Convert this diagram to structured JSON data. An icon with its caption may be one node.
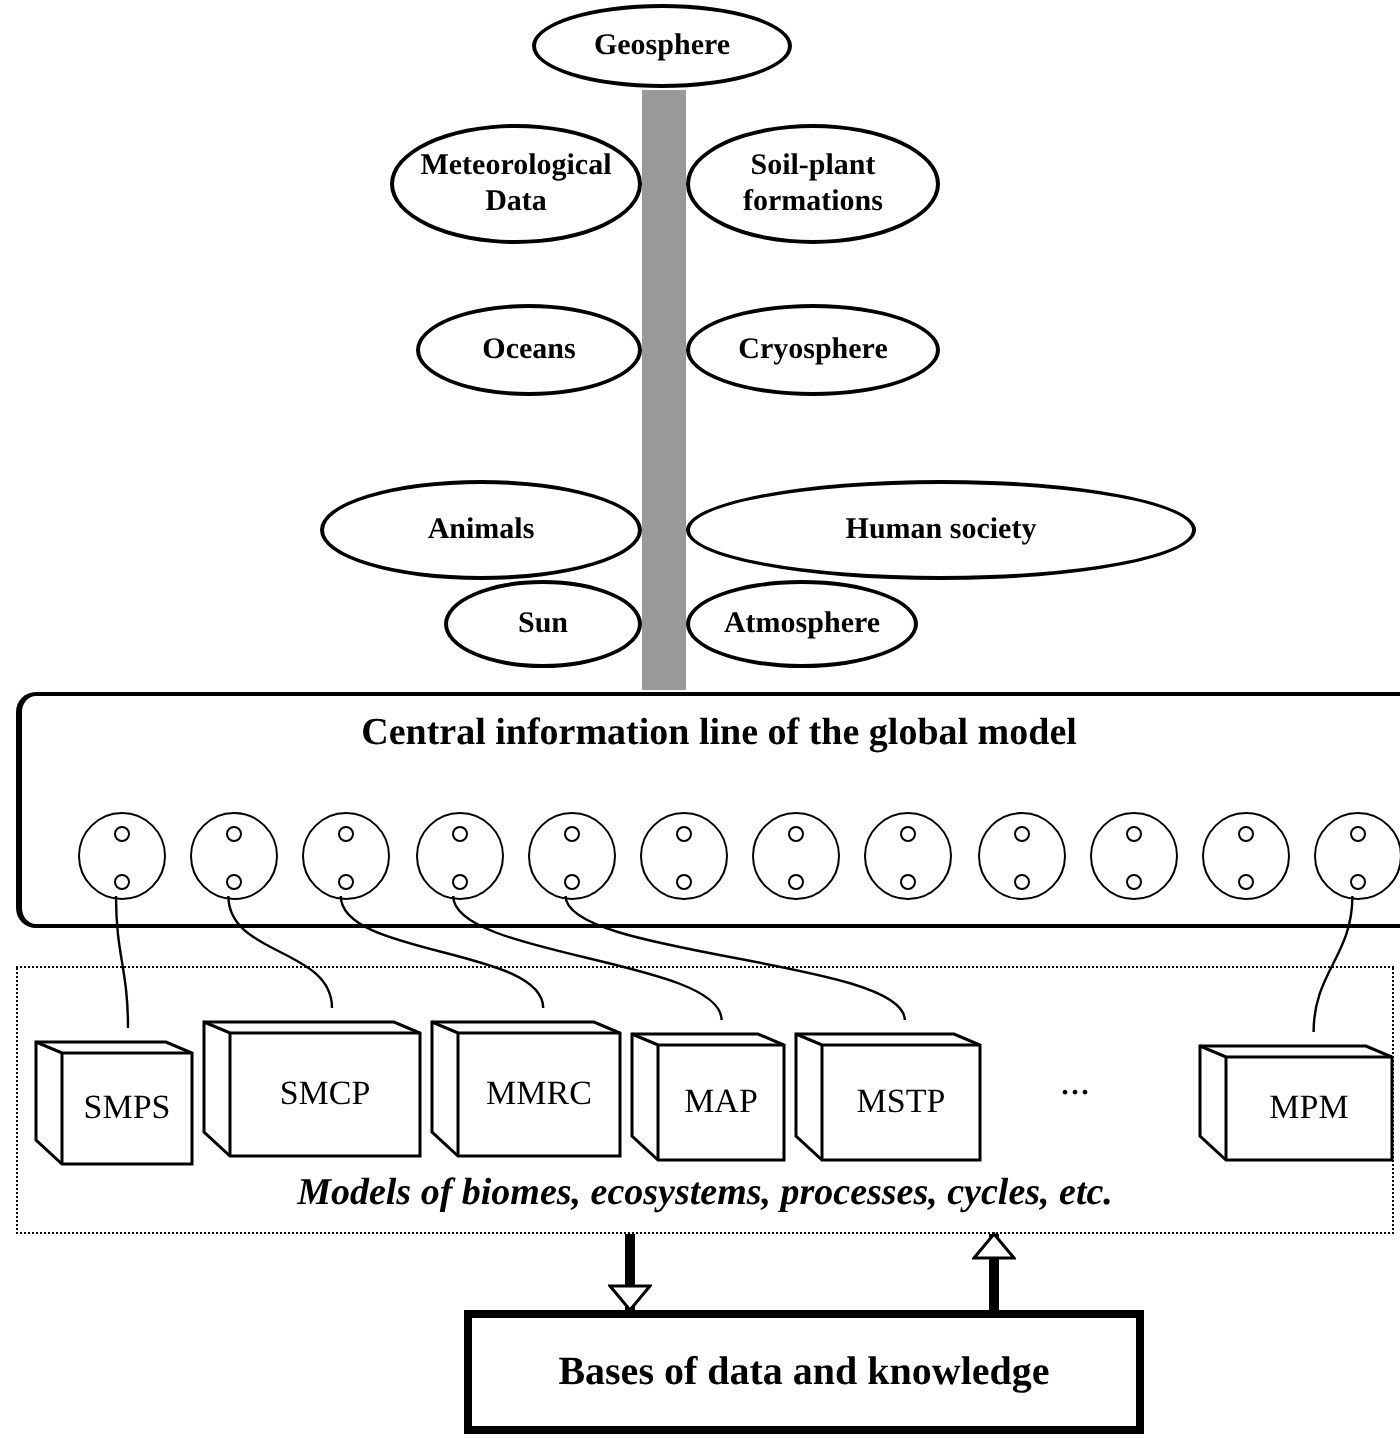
{
  "diagram": {
    "nodes": [
      {
        "text": [
          "Geosphere"
        ]
      },
      {
        "text": [
          "Meteorological Data"
        ]
      },
      {
        "text": [
          "Soil-plant formations"
        ]
      },
      {
        "text": [
          "Oceans"
        ]
      },
      {
        "text": [
          "Cryosphere"
        ]
      },
      {
        "text": [
          "Animals"
        ]
      },
      {
        "text": [
          "Human society"
        ]
      },
      {
        "text": [
          "Sun"
        ]
      },
      {
        "text": [
          "Atmosphere"
        ]
      },
      {
        "text": [],
        "shape": "bar"
      },
      {
        "text": [
          "Central information line of the global model"
        ]
      },
      {
        "text": [],
        "shape": "circle",
        "in": 10
      },
      {
        "text": [],
        "shape": "circle",
        "in": 10
      },
      {
        "text": [],
        "shape": "circle",
        "in": 10
      },
      {
        "text": [],
        "shape": "circle",
        "in": 10
      },
      {
        "text": [],
        "shape": "circle",
        "in": 10
      },
      {
        "text": [],
        "shape": "circle",
        "in": 10
      },
      {
        "text": [],
        "shape": "circle",
        "in": 10
      },
      {
        "text": [],
        "shape": "circle",
        "in": 10
      },
      {
        "text": [],
        "shape": "circle",
        "in": 10
      },
      {
        "text": [],
        "shape": "circle",
        "in": 10
      },
      {
        "text": [],
        "shape": "circle",
        "in": 10
      },
      {
        "text": [],
        "shape": "circle",
        "in": 10
      },
      {
        "text": [
          "Models of biomes, ecosystems, processes, cycles, etc."
        ]
      },
      {
        "text": [
          "SMPS"
        ],
        "in": 23
      },
      {
        "text": [
          "SMCP"
        ],
        "in": 23
      },
      {
        "text": [
          "MMRC"
        ],
        "in": 23
      },
      {
        "text": [
          "MAP"
        ],
        "in": 23
      },
      {
        "text": [
          "MSTP"
        ],
        "in": 23
      },
      {
        "text": [
          "MPM"
        ],
        "in": 23
      },
      {
        "text": [
          "Bases of data and knowledge"
        ]
      }
    ],
    "edges": [
      {
        "from": 11,
        "to": 24,
        "arrow": "none"
      },
      {
        "from": 12,
        "to": 25,
        "arrow": "none"
      },
      {
        "from": 13,
        "to": 26,
        "arrow": "none"
      },
      {
        "from": 14,
        "to": 27,
        "arrow": "none"
      },
      {
        "from": 15,
        "to": 28,
        "arrow": "none"
      },
      {
        "from": 22,
        "to": 29,
        "arrow": "none"
      },
      {
        "from": 23,
        "to": 30,
        "arrow": "to",
        "style": "thick"
      },
      {
        "from": 30,
        "to": 23,
        "arrow": "to",
        "style": "thick"
      }
    ],
    "labels": [
      "..."
    ]
  }
}
